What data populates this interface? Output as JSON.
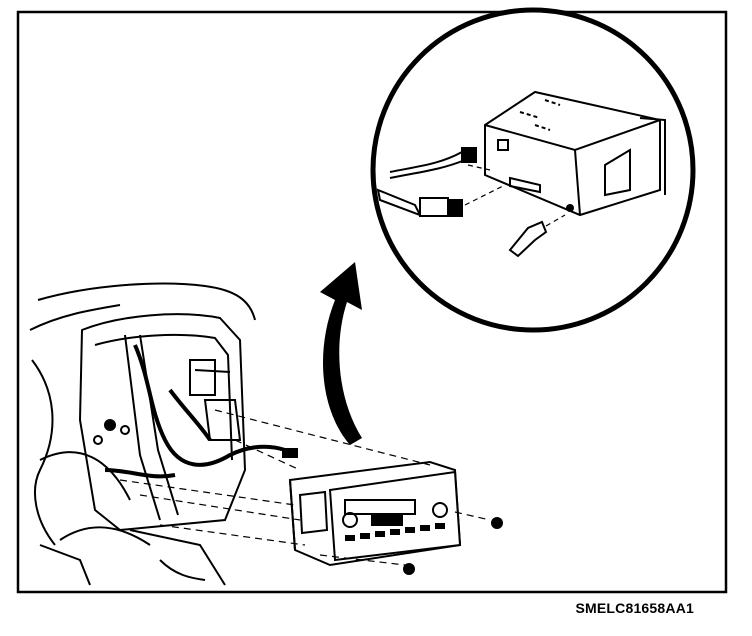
{
  "figure": {
    "reference_code": "SMELC81658AA1"
  },
  "parts": {
    "dash_frame": "dashboard-cavity",
    "radio": "radio-receiver",
    "harness": "wiring-harness",
    "antenna": "antenna-lead",
    "fasteners": "mounting-bolts",
    "detail": "rear-connection-detail"
  },
  "colors": {
    "line": "#000000",
    "paper": "#ffffff"
  }
}
